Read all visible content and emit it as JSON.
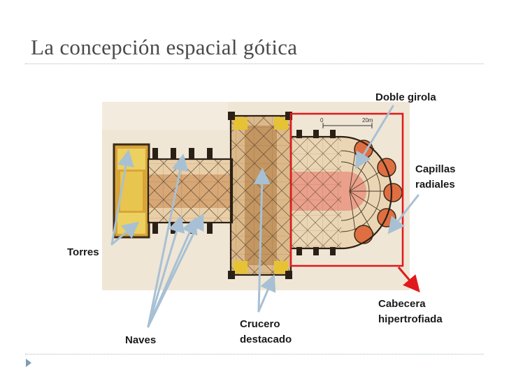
{
  "slide": {
    "title": "La concepción espacial gótica"
  },
  "labels": {
    "doble_girola": "Doble girola",
    "capillas_line1": "Capillas",
    "capillas_line2": "radiales",
    "torres": "Torres",
    "cabecera_line1": "Cabecera",
    "cabecera_line2": "hipertrofiada",
    "crucero_line1": "Crucero",
    "crucero_line2": "destacado",
    "naves": "Naves"
  },
  "scale": {
    "start": "0",
    "end": "20m"
  },
  "colors": {
    "highlight_box": "#e0191b",
    "arrow_blue": "#a8c0d4",
    "tower_yellow": "#e6c335",
    "crossing_brown": "#c79a63",
    "nave_tan": "#e6c9a0",
    "choir_pink": "#eaa08b",
    "chapel_orange": "#df6f42"
  }
}
